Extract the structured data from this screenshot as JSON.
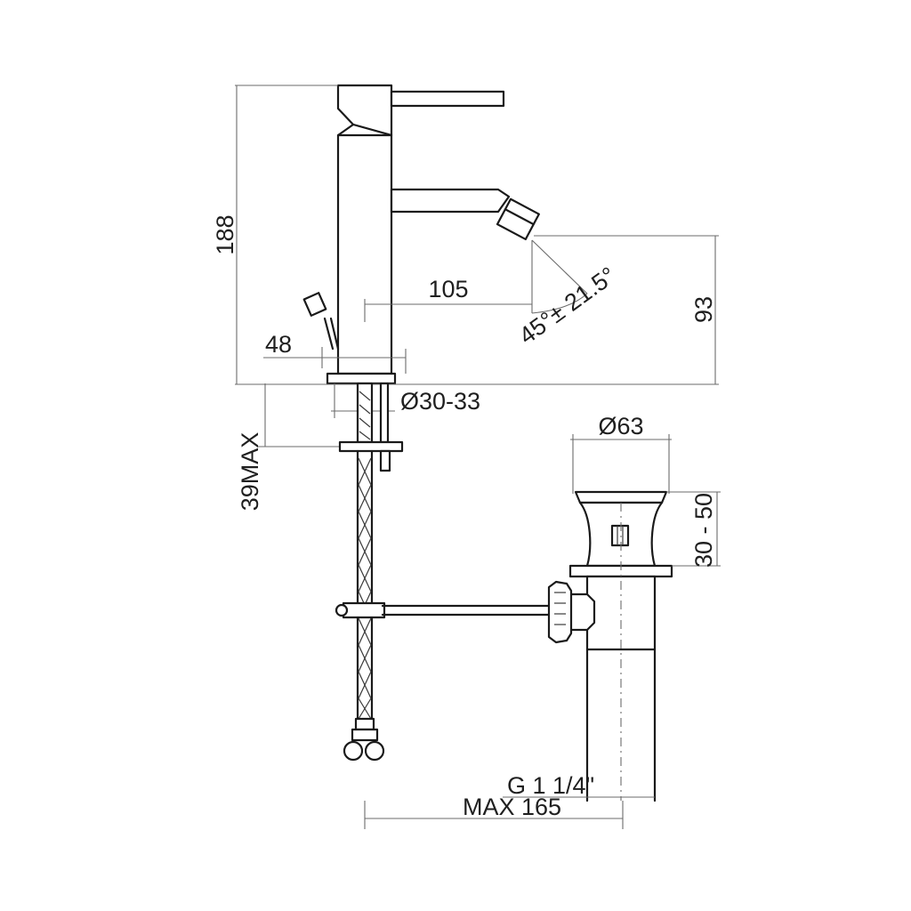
{
  "dimensions": {
    "height_total": "188",
    "spout_height": "93",
    "spout_reach": "105",
    "lever_offset": "48",
    "hole_diameter": "Ø30-33",
    "max_deck": "39MAX",
    "waste_diameter": "Ø63",
    "waste_range": "30 - 50",
    "thread": "G 1 1/4\"",
    "rod_length": "MAX 165",
    "swivel_angle": "45°± 21.5°"
  },
  "colors": {
    "line": "#1a1a1a",
    "dimension": "#6b6b6b",
    "background": "#ffffff"
  }
}
